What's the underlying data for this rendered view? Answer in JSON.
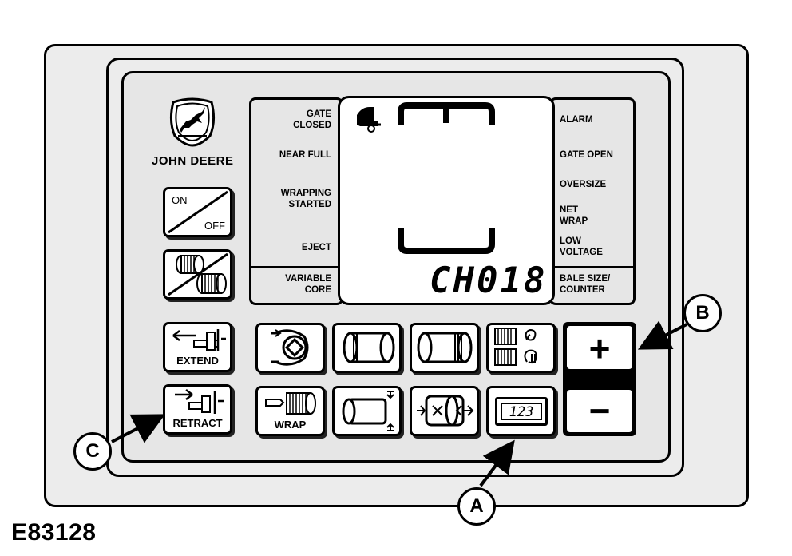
{
  "brand": {
    "line1": "JOHN DEERE"
  },
  "left_labels": {
    "gate_closed": [
      "GATE",
      "CLOSED"
    ],
    "near_full": "NEAR FULL",
    "wrapping_started": [
      "WRAPPING",
      "STARTED"
    ],
    "eject": "EJECT",
    "variable_core": [
      "VARIABLE",
      "CORE"
    ]
  },
  "right_labels": {
    "alarm": "ALARM",
    "gate_open": "GATE OPEN",
    "oversize": "OVERSIZE",
    "net_wrap": [
      "NET",
      "WRAP"
    ],
    "low_voltage": [
      "LOW",
      "VOLTAGE"
    ],
    "bale_size_counter": [
      "BALE SIZE/",
      "COUNTER"
    ]
  },
  "display": {
    "readout": "CH018"
  },
  "buttons": {
    "on_off": {
      "on": "ON",
      "off": "OFF"
    },
    "extend": "EXTEND",
    "retract": "RETRACT",
    "wrap": "WRAP",
    "counter": "123",
    "plus": "+",
    "minus": "−"
  },
  "callouts": {
    "a": "A",
    "b": "B",
    "c": "C"
  },
  "figure_id": "E83128"
}
